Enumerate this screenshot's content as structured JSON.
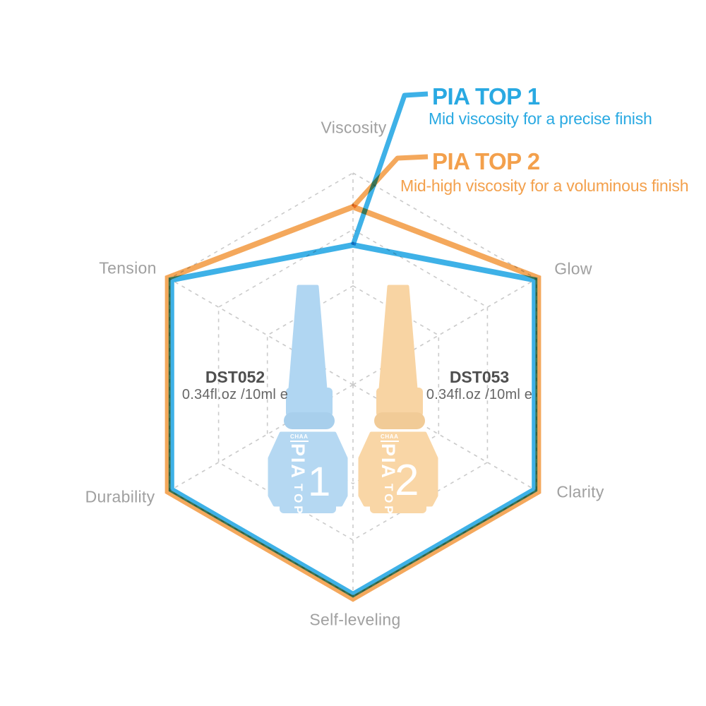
{
  "page": {
    "background": "#ffffff"
  },
  "colors": {
    "axis_label": "#a0a0a0",
    "grid": "#cbcbcb",
    "code_text": "#4f4f4f",
    "volume_text": "#666666",
    "blue_accent": "#29a9e2",
    "orange_accent": "#f3a04c"
  },
  "legend": {
    "items": [
      {
        "title": "PIA TOP 1",
        "description": "Mid viscosity for a precise finish",
        "color": "#29a9e2"
      },
      {
        "title": "PIA TOP 2",
        "description": "Mid-high viscosity for a voluminous finish",
        "color": "#f3a04c"
      }
    ]
  },
  "chart_data": {
    "type": "radar",
    "title": "",
    "axes": [
      "Viscosity",
      "Glow",
      "Clarity",
      "Self-leveling",
      "Durability",
      "Tension"
    ],
    "value_range": [
      0,
      1
    ],
    "grid": {
      "rings": [
        0.467,
        0.733,
        1.0
      ],
      "style": "dashed",
      "spokes": true
    },
    "series": [
      {
        "name": "PIA TOP 1",
        "color": "#3eb1e7",
        "values": [
          0.66,
          0.99,
          0.99,
          0.99,
          0.99,
          0.99
        ],
        "note": "Mid viscosity for a precise finish"
      },
      {
        "name": "PIA TOP 2",
        "color": "#f4a85c",
        "values": [
          0.84,
          1.01,
          1.01,
          1.01,
          1.01,
          1.01
        ],
        "note": "Mid-high viscosity for a voluminous finish"
      }
    ],
    "legend_position": "top-right"
  },
  "products": [
    {
      "code": "DST052",
      "volume": "0.34fl.oz /10ml e",
      "brand": "CHAA",
      "line1": "PIA",
      "line2": "TOP",
      "number": "1",
      "bottle_color": "#b5d8f2",
      "cap_color": "#b0d6f2",
      "ring_color": "#a8cfec"
    },
    {
      "code": "DST053",
      "volume": "0.34fl.oz /10ml e",
      "brand": "CHAA",
      "line1": "PIA",
      "line2": "TOP",
      "number": "2",
      "bottle_color": "#f9d6a6",
      "cap_color": "#f8d4a3",
      "ring_color": "#f1cb97"
    }
  ]
}
